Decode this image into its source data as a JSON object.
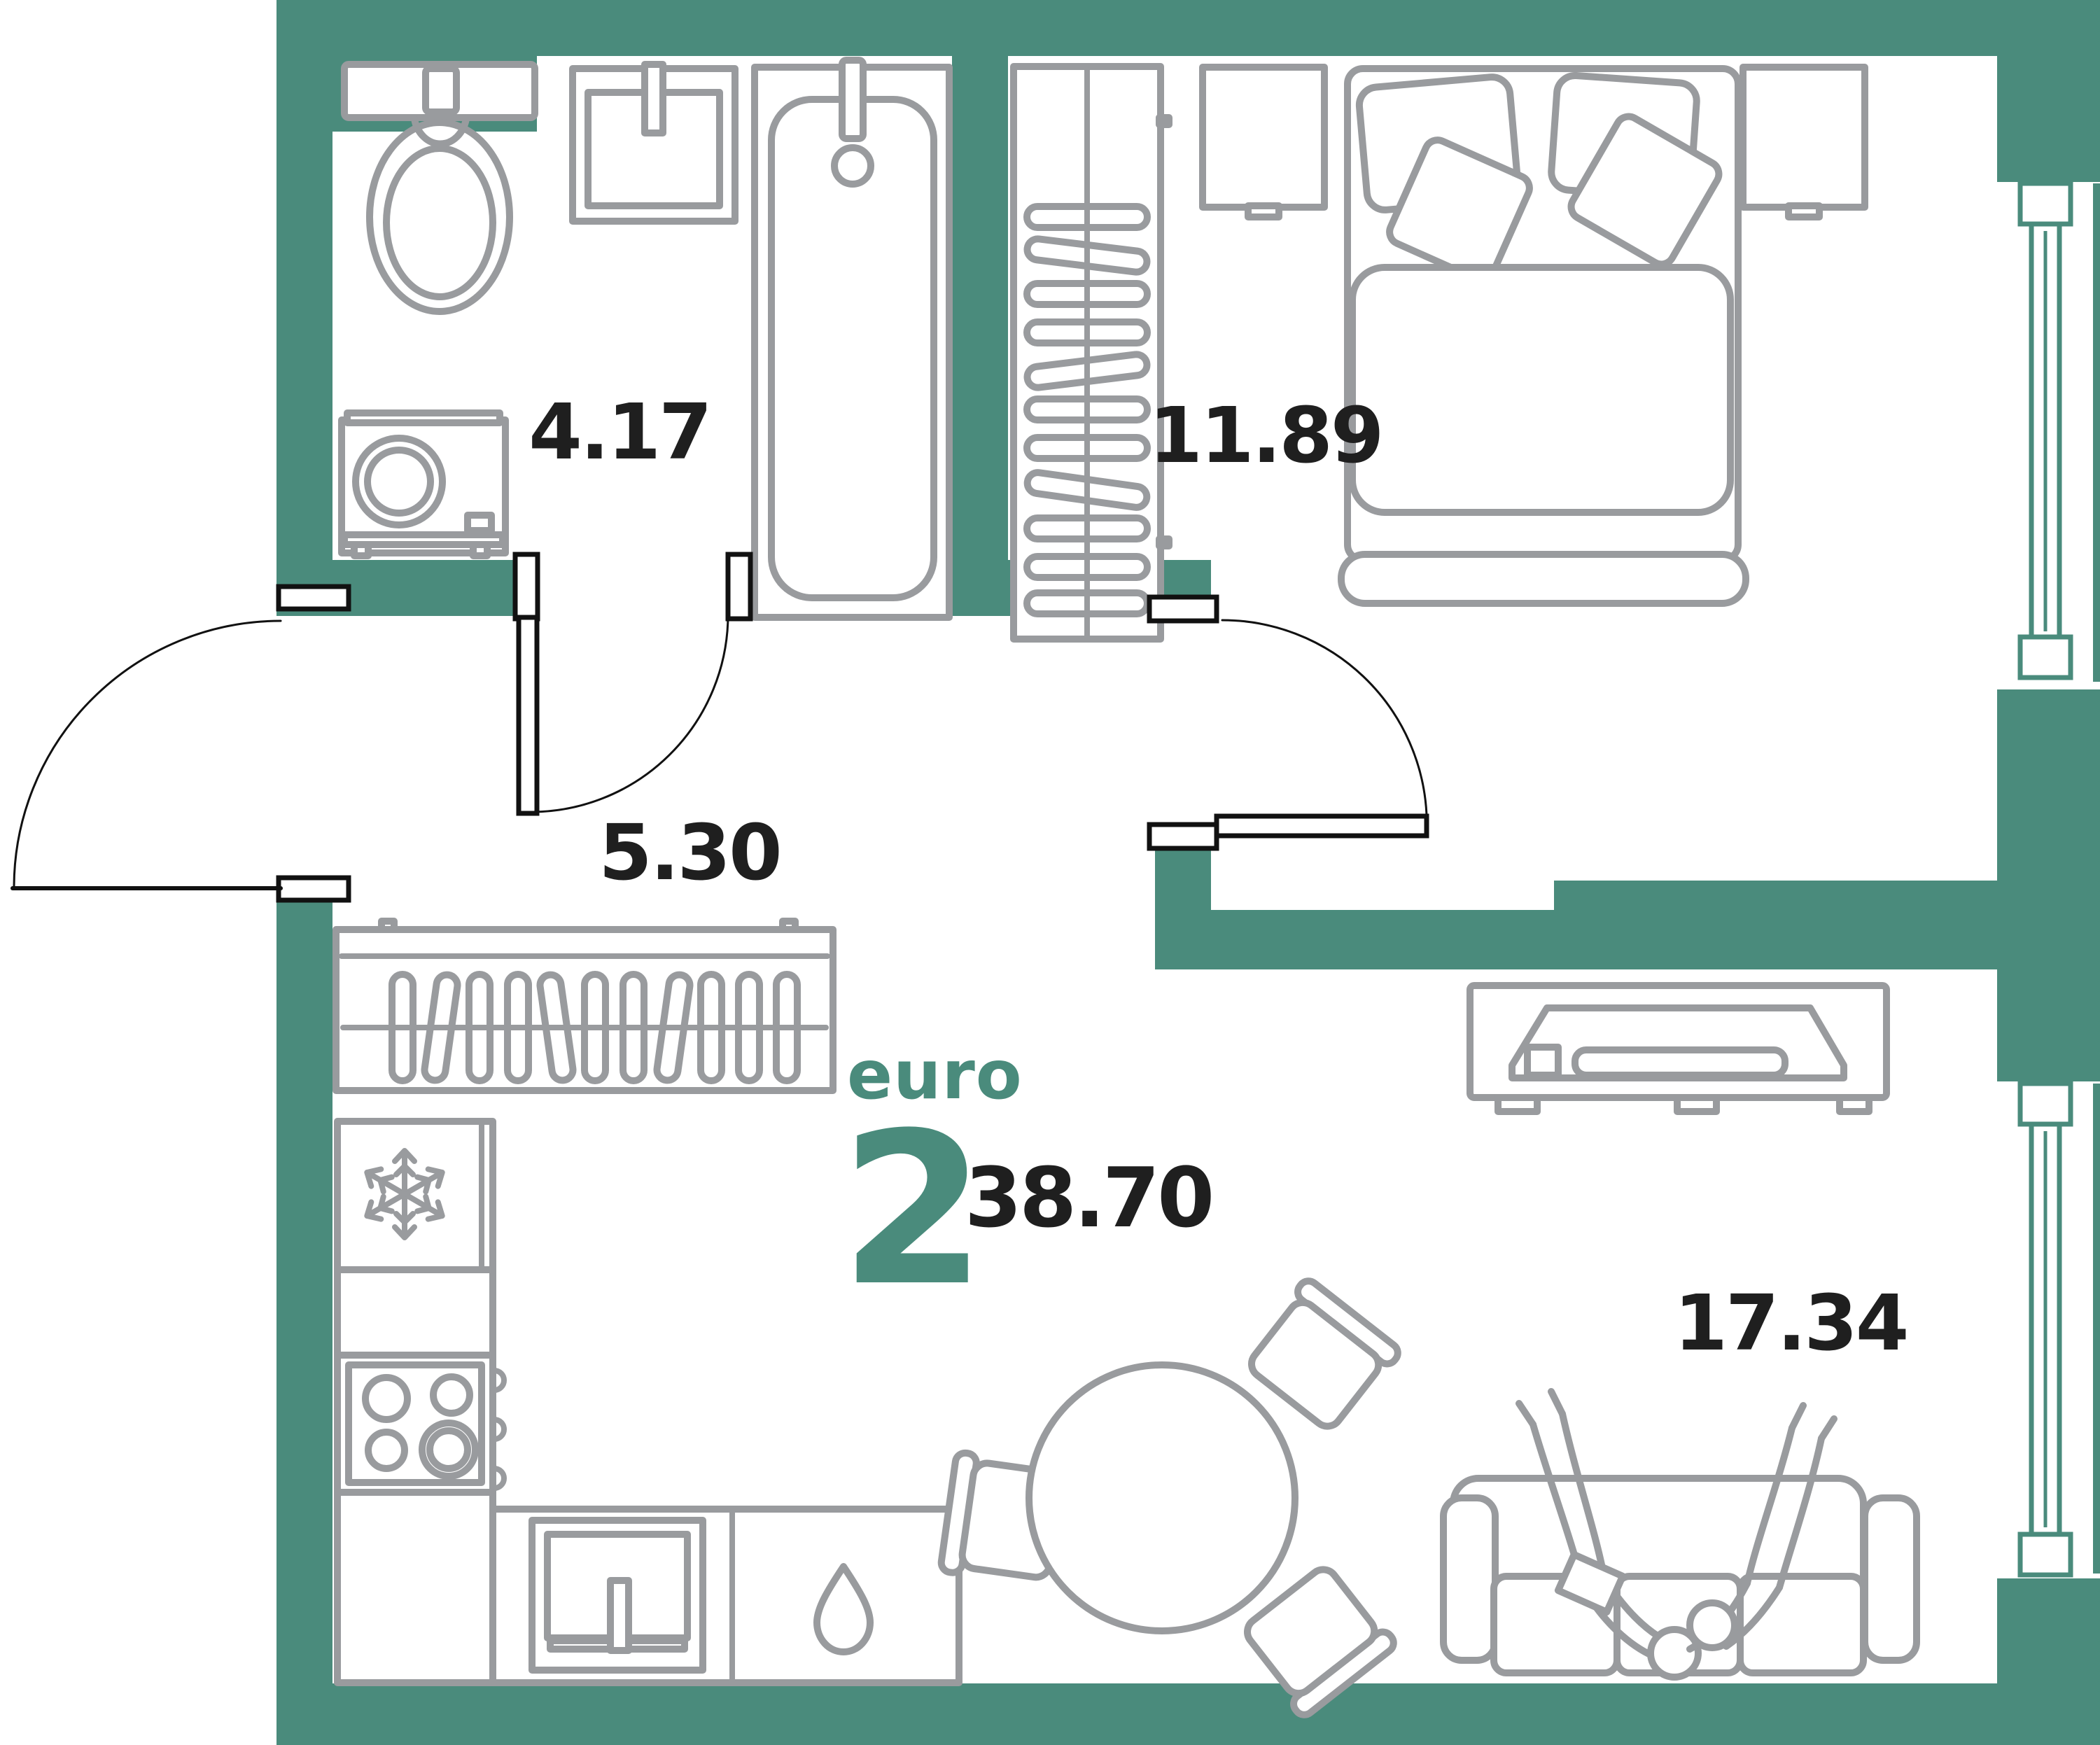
{
  "plan": {
    "type_label": "euro",
    "rooms_count": "2",
    "total_area": "38.70"
  },
  "rooms": [
    {
      "id": "bathroom",
      "area": "4.17"
    },
    {
      "id": "bedroom",
      "area": "11.89"
    },
    {
      "id": "hallway",
      "area": "5.30"
    },
    {
      "id": "living-kitchen",
      "area": "17.34"
    }
  ],
  "icons": {
    "fridge_badge": "snowflake-icon",
    "water_filter_badge": "water-drop-icon"
  },
  "theme": {
    "wall_color": "#4A8B7C",
    "furniture_color": "#999B9E",
    "label_color": "#1F1F1F",
    "background": "#FFFFFF"
  }
}
